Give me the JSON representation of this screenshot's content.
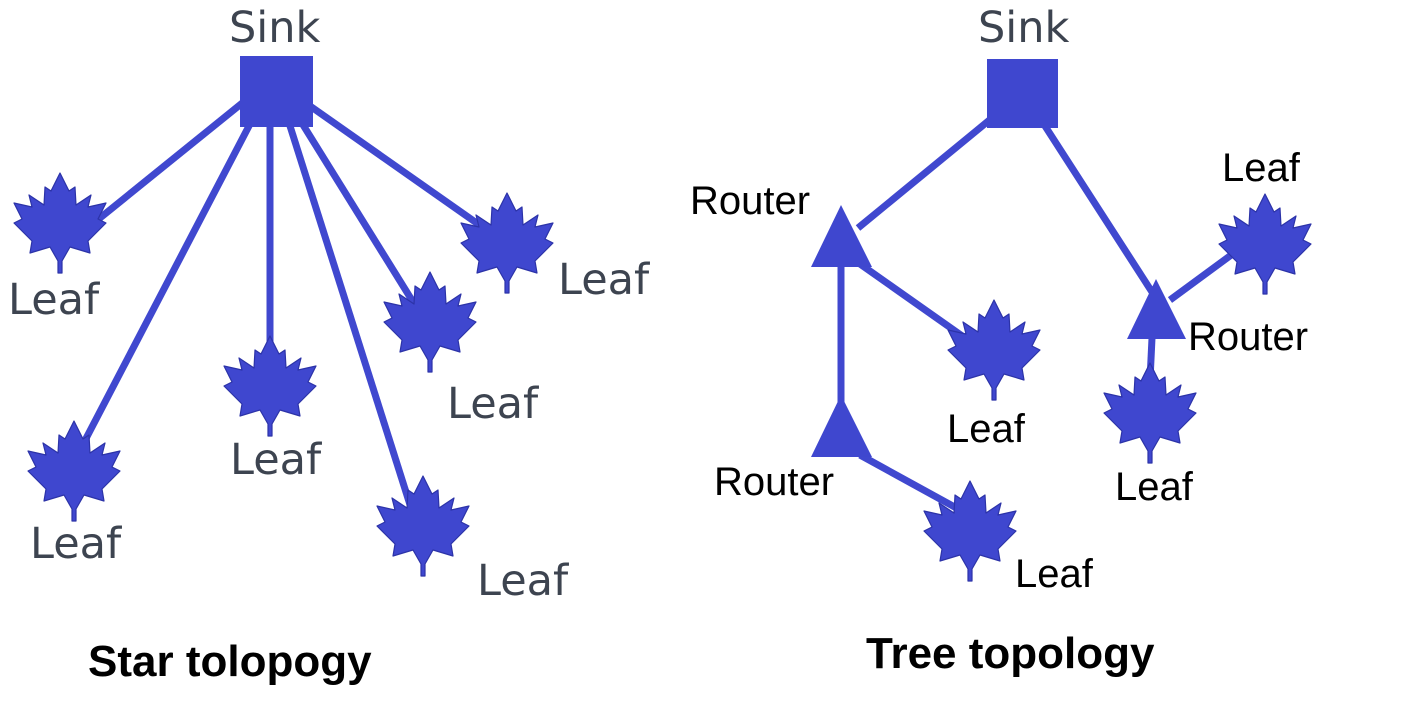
{
  "colors": {
    "node_fill": "#3f47cf",
    "edge": "#4048cf",
    "star_label": "#3d4450",
    "tree_label": "#000000"
  },
  "icons": {
    "sink": "square-icon",
    "router": "triangle-icon",
    "leaf": "maple-leaf-icon"
  },
  "star": {
    "caption": "Star tolopogy",
    "sink_label": "Sink",
    "leaf_label": "Leaf"
  },
  "tree": {
    "caption": "Tree topology",
    "sink_label": "Sink",
    "router_label": "Router",
    "leaf_label": "Leaf"
  }
}
